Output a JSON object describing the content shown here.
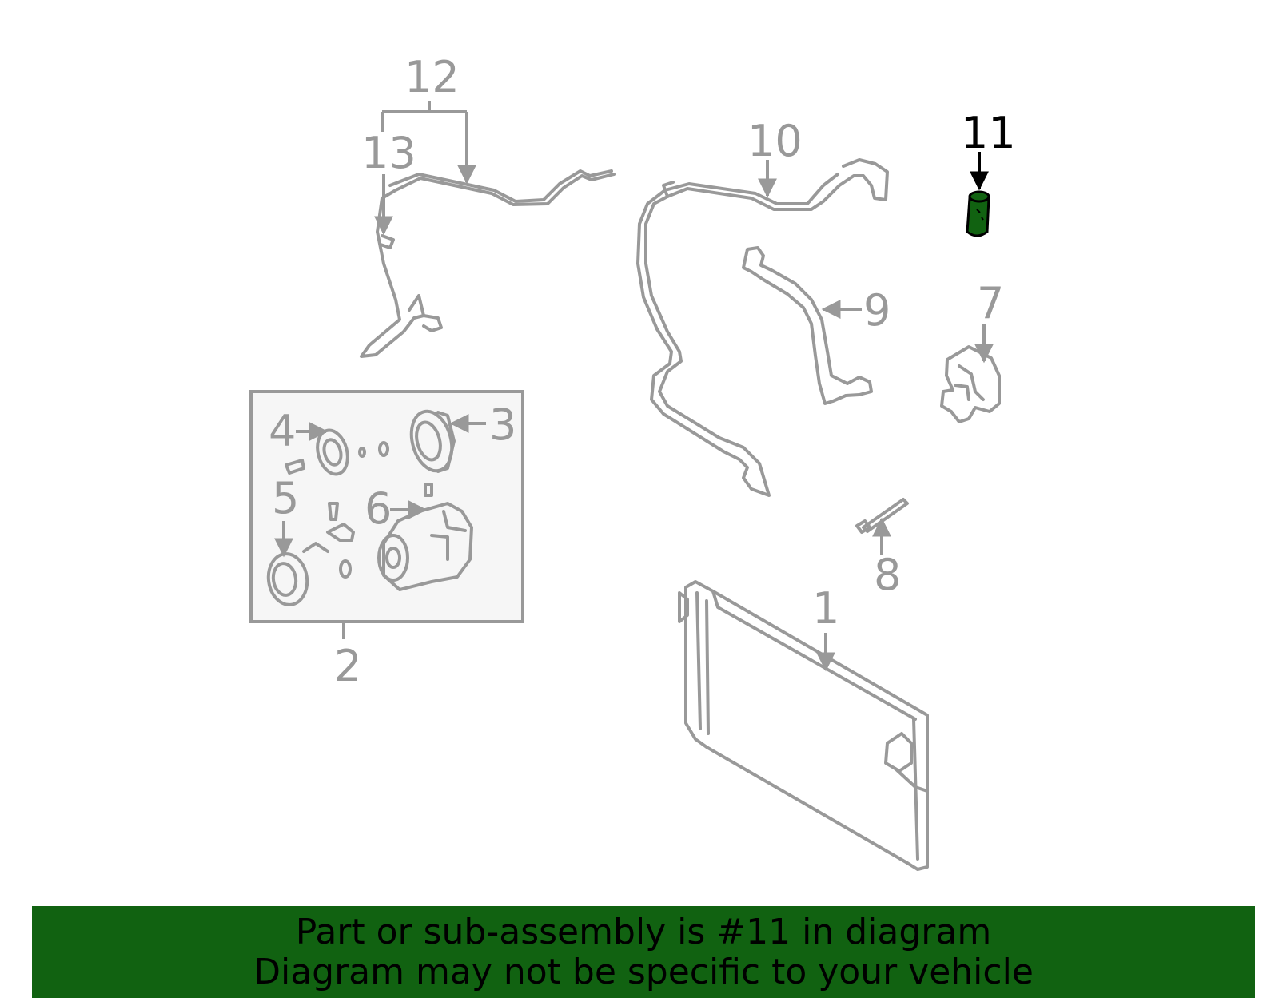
{
  "diagram": {
    "highlighted_part": "11",
    "callouts": [
      "1",
      "2",
      "3",
      "4",
      "5",
      "6",
      "7",
      "8",
      "9",
      "10",
      "11",
      "12",
      "13"
    ],
    "colors": {
      "part_stroke": "#999999",
      "highlight_fill": "#116211",
      "highlight_stroke": "#000000",
      "banner_bg": "#116211",
      "inset_bg": "#f6f6f6"
    }
  },
  "banner": {
    "line1": "Part or sub-assembly is #11 in diagram",
    "line2": "Diagram may not be specific to your vehicle"
  }
}
